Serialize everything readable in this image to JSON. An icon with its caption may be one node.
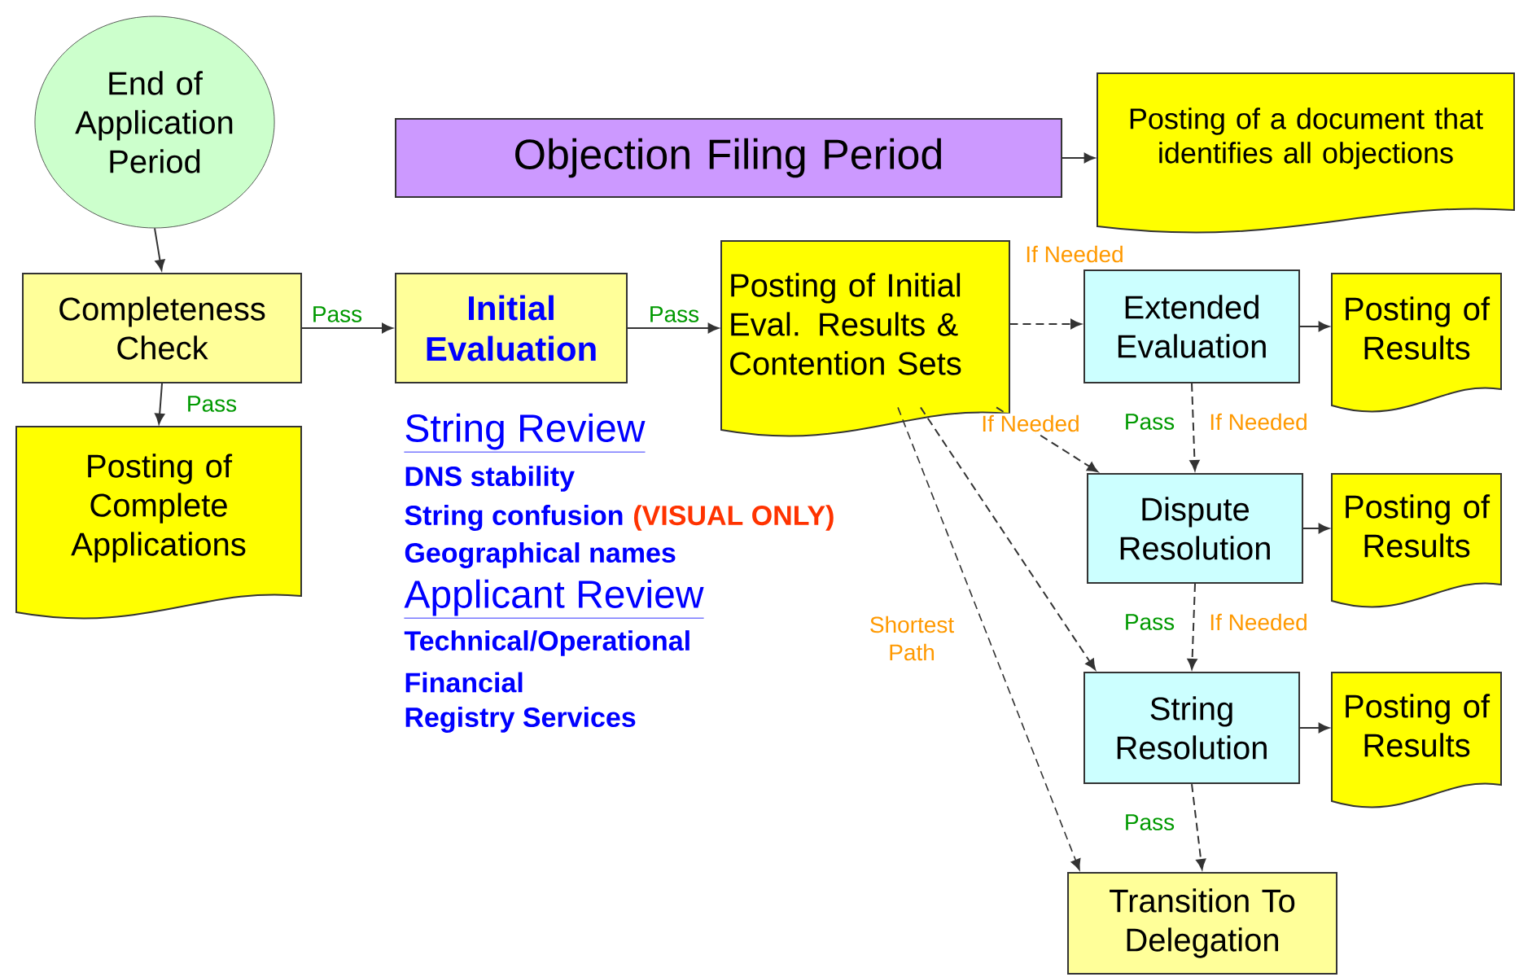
{
  "diagram": {
    "nodes": [
      {
        "text": [
          "End of Application Period"
        ]
      },
      {
        "text": [
          "Objection Filing Period"
        ]
      },
      {
        "text": [
          "Posting of a document that identifies all objections"
        ]
      },
      {
        "text": [
          "Completeness Check"
        ]
      },
      {
        "text": [
          "Initial Evaluation"
        ]
      },
      {
        "text": [
          "Posting of Initial Eval. Results & Contention Sets"
        ]
      },
      {
        "text": [
          "Extended Evaluation"
        ]
      },
      {
        "text": [
          "Posting of Results"
        ]
      },
      {
        "text": [
          "Posting of Complete Applications"
        ]
      },
      {
        "text": [
          "Dispute Resolution"
        ]
      },
      {
        "text": [
          "Posting of Results"
        ]
      },
      {
        "text": [
          "String Resolution"
        ]
      },
      {
        "text": [
          "Posting of Results"
        ]
      },
      {
        "text": [
          "Transition To Delegation"
        ]
      }
    ],
    "edges": [
      {
        "from": 0,
        "to": 3,
        "arrow": "to"
      },
      {
        "from": 1,
        "to": 2,
        "arrow": "to"
      },
      {
        "from": 3,
        "to": 4,
        "arrow": "to",
        "label": "Pass"
      },
      {
        "from": 4,
        "to": 5,
        "arrow": "to",
        "label": "Pass"
      },
      {
        "from": 3,
        "to": 8,
        "arrow": "to",
        "label": "Pass"
      },
      {
        "from": 5,
        "to": 6,
        "arrow": "to",
        "label": "If Needed",
        "style": "dashed"
      },
      {
        "from": 6,
        "to": 7,
        "arrow": "to"
      },
      {
        "from": 5,
        "to": 9,
        "arrow": "to",
        "label": "If Needed",
        "style": "dashed"
      },
      {
        "from": 5,
        "to": 11,
        "arrow": "to",
        "style": "dashed"
      },
      {
        "from": 6,
        "to": 9,
        "arrow": "to",
        "label": "If Needed",
        "style": "dashed"
      },
      {
        "from": 9,
        "to": 10,
        "arrow": "to"
      },
      {
        "from": 9,
        "to": 11,
        "arrow": "to",
        "label": "If Needed",
        "style": "dashed"
      },
      {
        "from": 11,
        "to": 12,
        "arrow": "to"
      },
      {
        "from": 11,
        "to": 13,
        "arrow": "to",
        "label": "Pass",
        "style": "dashed"
      },
      {
        "from": 5,
        "to": 13,
        "arrow": "to",
        "label": "Shortest Path",
        "style": "dashed"
      }
    ],
    "labels": [
      "String Review",
      "DNS stability",
      "String confusion",
      "(VISUAL ONLY)",
      "Geographical names",
      "Pass",
      "Applicant Review",
      "Technical/Operational",
      "Pass",
      "Financial",
      "Registry Services"
    ]
  }
}
